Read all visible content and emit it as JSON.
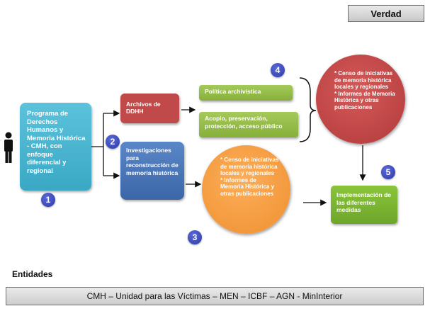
{
  "header": {
    "verdad_label": "Verdad"
  },
  "nodes": {
    "cmh": "Programa de Derechos Humanos y Memoria Histórica - CMH, con enfoque diferencial y regional",
    "archivos": "Archivos de DDHH",
    "investigaciones": "Investigaciones para reconstrucción de memoria histórica",
    "politica": "Política archivística",
    "acopio": "Acopio, preservación, protección, acceso público",
    "censo_red_1": "* Censo de iniciativas de memoria histórica locales y regionales",
    "censo_red_2": "* Informes de Memoria Histórica y otras publicaciones",
    "censo_orange_1": "* Censo de iniciativas de memoria histórica locales y regionales",
    "censo_orange_2": "* Informes de Memoria Histórica y otras publicaciones",
    "implementacion": "Implementación de las diferentes medidas"
  },
  "steps": [
    "1",
    "2",
    "3",
    "4",
    "5"
  ],
  "footer": {
    "entidades_label": "Entidades",
    "entidades_list": "CMH – Unidad para las Víctimas – MEN – ICBF – AGN - MinInterior"
  },
  "colors": {
    "cmh": "#4ab6d0",
    "archivos": "#c04a4a",
    "investigaciones": "#4a76b8",
    "green": "#96be4a",
    "red_circle": "#c44a4a",
    "orange_circle": "#f5a040",
    "step_badge": "#3344b8"
  }
}
